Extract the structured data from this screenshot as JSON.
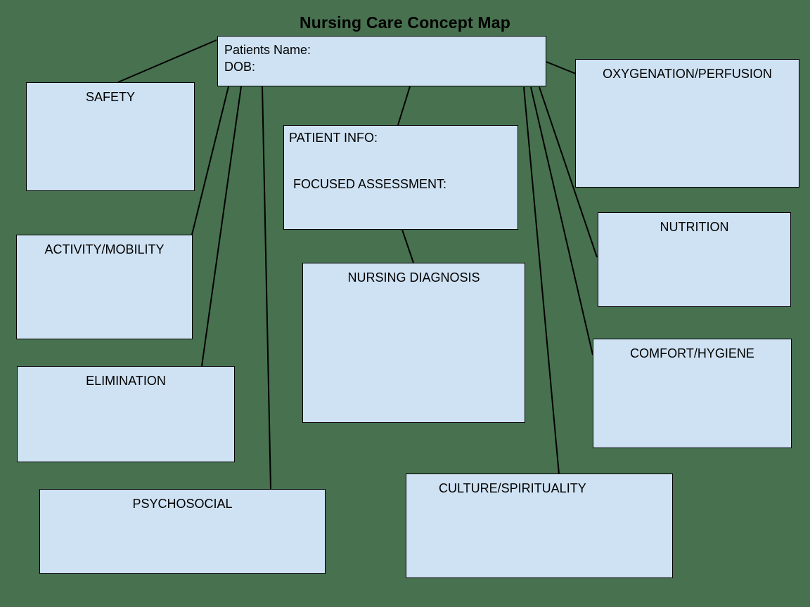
{
  "title": "Nursing Care Concept Map",
  "colors": {
    "background": "#47714f",
    "box_fill": "#cfe2f3",
    "box_border": "#000000",
    "connector_line": "#000000",
    "text": "#000000"
  },
  "center_box": {
    "line1": "Patients Name:",
    "line2": "DOB:"
  },
  "patient_info_box": {
    "line1": "PATIENT INFO:",
    "line2": "FOCUSED ASSESSMENT:"
  },
  "nodes": {
    "safety": {
      "label": "SAFETY"
    },
    "activity_mobility": {
      "label": "ACTIVITY/MOBILITY"
    },
    "elimination": {
      "label": "ELIMINATION"
    },
    "psychosocial": {
      "label": "PSYCHOSOCIAL"
    },
    "nursing_diagnosis": {
      "label": "NURSING DIAGNOSIS"
    },
    "culture_spirituality": {
      "label": "CULTURE/SPIRITUALITY"
    },
    "oxygenation_perfusion": {
      "label": "OXYGENATION/PERFUSION"
    },
    "nutrition": {
      "label": "NUTRITION"
    },
    "comfort_hygiene": {
      "label": "COMFORT/HYGIENE"
    }
  },
  "connections": [
    {
      "from": "center",
      "to": "safety"
    },
    {
      "from": "center",
      "to": "activity_mobility"
    },
    {
      "from": "center",
      "to": "elimination"
    },
    {
      "from": "center",
      "to": "psychosocial"
    },
    {
      "from": "center",
      "to": "patient_info"
    },
    {
      "from": "center",
      "to": "culture_spirituality"
    },
    {
      "from": "center",
      "to": "comfort_hygiene"
    },
    {
      "from": "center",
      "to": "nutrition"
    },
    {
      "from": "center",
      "to": "oxygenation_perfusion"
    },
    {
      "from": "patient_info",
      "to": "nursing_diagnosis"
    }
  ]
}
